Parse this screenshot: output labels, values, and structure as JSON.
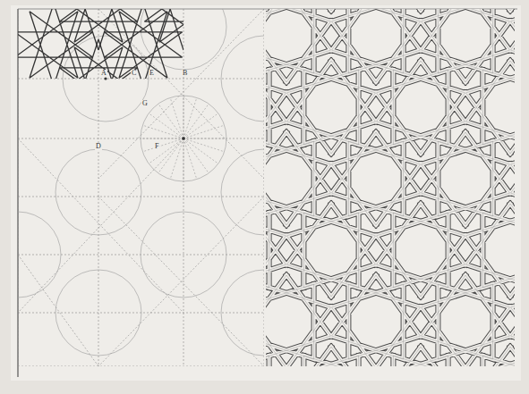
{
  "diagram": {
    "labels": [
      "A",
      "C",
      "E",
      "B",
      "G",
      "D",
      "F"
    ]
  }
}
